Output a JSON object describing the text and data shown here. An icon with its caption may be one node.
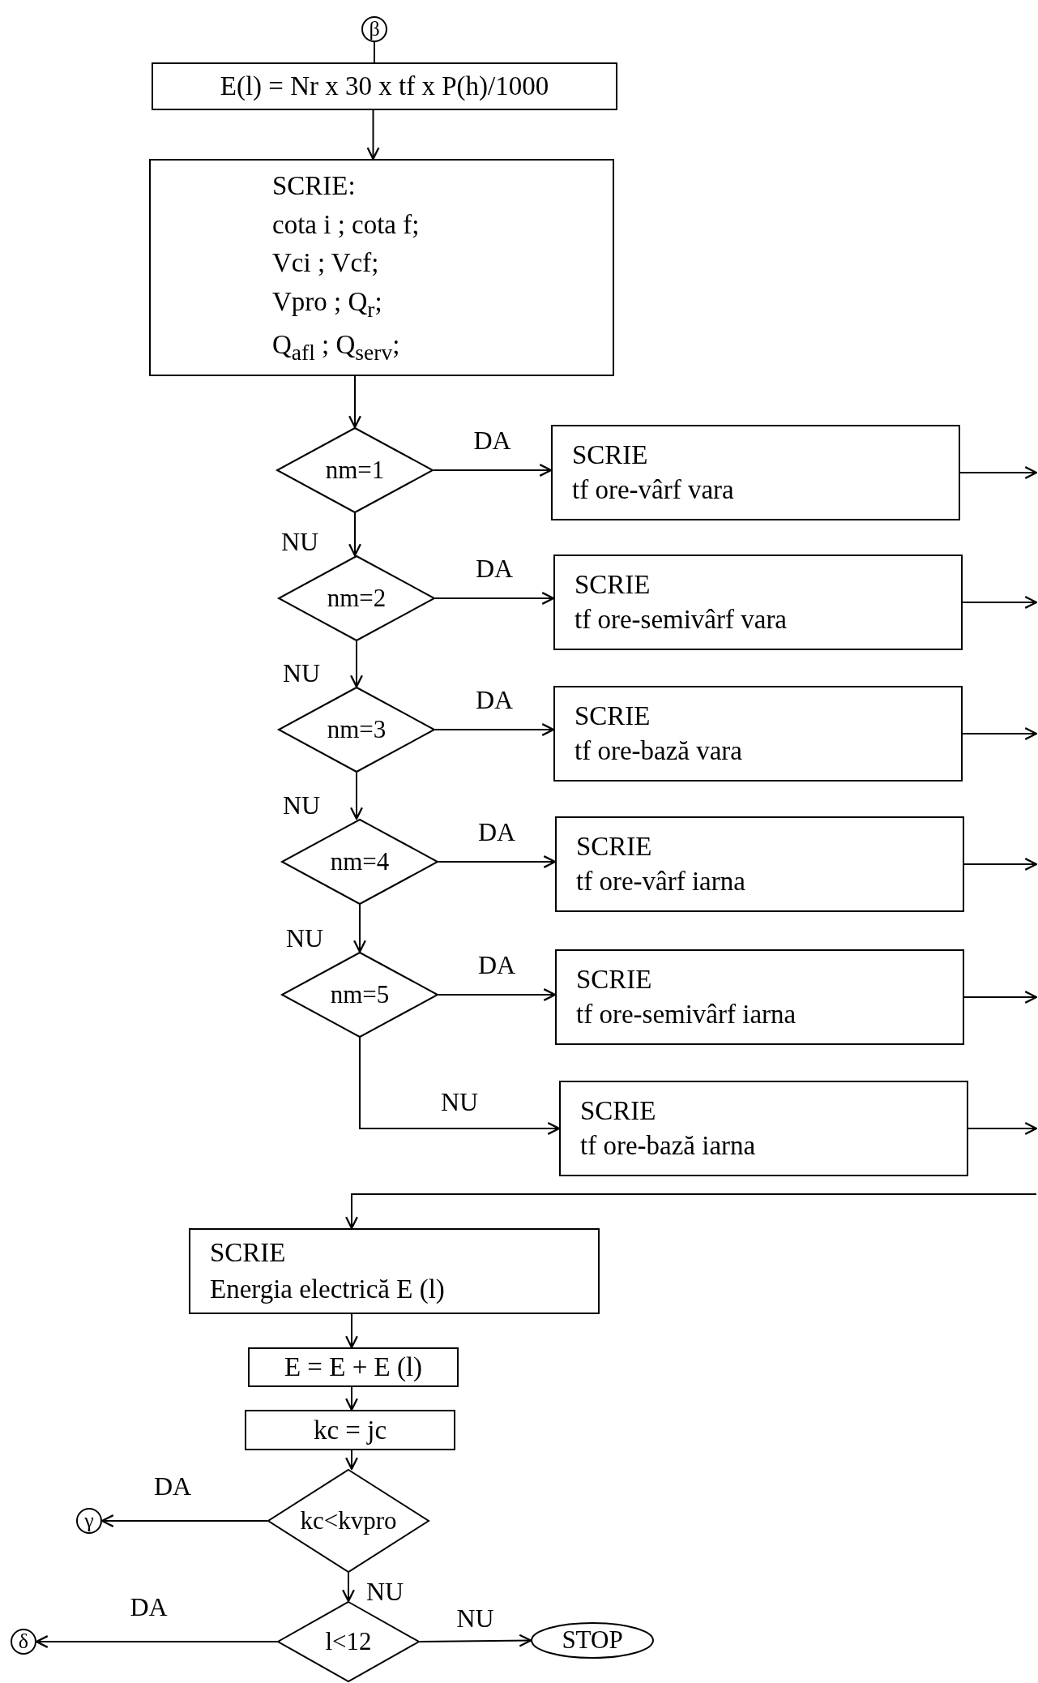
{
  "diagram": {
    "nodes": [
      {
        "text": [
          "β"
        ]
      },
      {
        "text": [
          "E(l) = Nr x 30 x tf x P(h)/1000"
        ]
      },
      {
        "text": [
          "SCRIE:",
          "cota i ; cota f;",
          "Vci ; Vcf;",
          "Vpro ; Q$_{r}$;",
          "Q$_{afl}$ ; Q$_{serv}$;"
        ]
      },
      {
        "text": [
          "nm=1"
        ]
      },
      {
        "text": [
          "SCRIE",
          "tf ore-vârf vara"
        ]
      },
      {
        "text": [
          "nm=2"
        ]
      },
      {
        "text": [
          "SCRIE",
          "tf ore-semivârf vara"
        ]
      },
      {
        "text": [
          "nm=3"
        ]
      },
      {
        "text": [
          "SCRIE",
          "tf ore-bază vara"
        ]
      },
      {
        "text": [
          "nm=4"
        ]
      },
      {
        "text": [
          "SCRIE",
          "tf ore-vârf iarna"
        ]
      },
      {
        "text": [
          "nm=5"
        ]
      },
      {
        "text": [
          "SCRIE",
          "tf ore-semivârf iarna"
        ]
      },
      {
        "text": [
          "SCRIE",
          "tf ore-bază iarna"
        ]
      },
      {
        "text": [
          "SCRIE",
          "Energia electrică E (l)"
        ]
      },
      {
        "text": [
          "E = E + E (l)"
        ]
      },
      {
        "text": [
          "kc = jc"
        ]
      },
      {
        "text": [
          "kc<kvpro"
        ]
      },
      {
        "text": [
          "γ"
        ]
      },
      {
        "text": [
          "l<12"
        ]
      },
      {
        "text": [
          "δ"
        ]
      },
      {
        "text": [
          "STOP"
        ]
      }
    ],
    "edges": [
      {
        "from": 0,
        "to": 1,
        "arrow": "none"
      },
      {
        "from": 1,
        "to": 2,
        "arrow": "to"
      },
      {
        "from": 2,
        "to": 3,
        "arrow": "to"
      },
      {
        "from": 3,
        "to": 4,
        "arrow": "to",
        "label": "DA"
      },
      {
        "from": 3,
        "to": 5,
        "arrow": "to",
        "label": "NU"
      },
      {
        "from": 5,
        "to": 6,
        "arrow": "to",
        "label": "DA"
      },
      {
        "from": 5,
        "to": 7,
        "arrow": "to",
        "label": "NU"
      },
      {
        "from": 7,
        "to": 8,
        "arrow": "to",
        "label": "DA"
      },
      {
        "from": 7,
        "to": 9,
        "arrow": "to",
        "label": "NU"
      },
      {
        "from": 9,
        "to": 10,
        "arrow": "to",
        "label": "DA"
      },
      {
        "from": 9,
        "to": 11,
        "arrow": "to",
        "label": "NU"
      },
      {
        "from": 11,
        "to": 12,
        "arrow": "to",
        "label": "DA"
      },
      {
        "from": 11,
        "to": 13,
        "arrow": "to",
        "label": "NU"
      },
      {
        "from": 4,
        "to": null,
        "arrow": "to"
      },
      {
        "from": 6,
        "to": null,
        "arrow": "to"
      },
      {
        "from": 8,
        "to": null,
        "arrow": "to"
      },
      {
        "from": 10,
        "to": null,
        "arrow": "to"
      },
      {
        "from": 12,
        "to": null,
        "arrow": "to"
      },
      {
        "from": 13,
        "to": null,
        "arrow": "to"
      },
      {
        "from": null,
        "to": 14,
        "arrow": "to"
      },
      {
        "from": 14,
        "to": 15,
        "arrow": "to"
      },
      {
        "from": 15,
        "to": 16,
        "arrow": "to"
      },
      {
        "from": 16,
        "to": 17,
        "arrow": "to"
      },
      {
        "from": 17,
        "to": 18,
        "arrow": "to",
        "label": "DA"
      },
      {
        "from": 17,
        "to": 19,
        "arrow": "to",
        "label": "NU"
      },
      {
        "from": 19,
        "to": 20,
        "arrow": "to",
        "label": "DA"
      },
      {
        "from": 19,
        "to": 21,
        "arrow": "to",
        "label": "NU"
      }
    ]
  }
}
